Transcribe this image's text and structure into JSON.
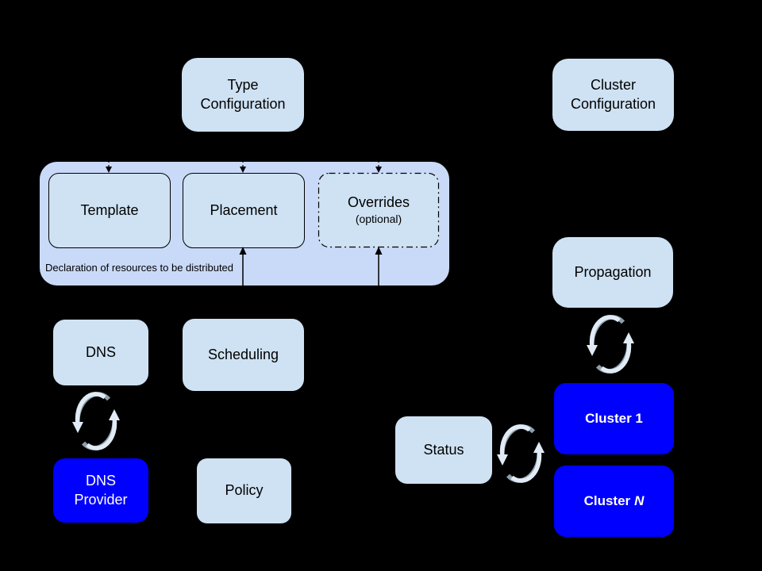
{
  "colors": {
    "background": "#000000",
    "box_light_blue": "#cfe2f3",
    "container_fill": "#c9daf8",
    "box_bright_blue": "#0000fe",
    "text_dark": "#000000",
    "text_white": "#ffffff",
    "connector": "#000000",
    "sync_arrow_light": "#e1ebf5",
    "sync_arrow_shadow": "#8c9faa"
  },
  "icons": {
    "sync": "sync-icon"
  },
  "nodes": {
    "type_config": {
      "line1": "Type",
      "line2": "Configuration"
    },
    "cluster_config": {
      "line1": "Cluster",
      "line2": "Configuration"
    },
    "template": {
      "label": "Template"
    },
    "placement": {
      "label": "Placement"
    },
    "overrides": {
      "label": "Overrides",
      "sublabel": "(optional)"
    },
    "declaration_caption": "Declaration of resources to be distributed",
    "dns": {
      "label": "DNS"
    },
    "scheduling": {
      "label": "Scheduling"
    },
    "dns_provider": {
      "line1": "DNS",
      "line2": "Provider"
    },
    "policy": {
      "label": "Policy"
    },
    "propagation": {
      "label": "Propagation"
    },
    "status": {
      "label": "Status"
    },
    "cluster_1": {
      "label": "Cluster 1"
    },
    "cluster_n": {
      "word": "Cluster",
      "suffix": "N"
    }
  }
}
